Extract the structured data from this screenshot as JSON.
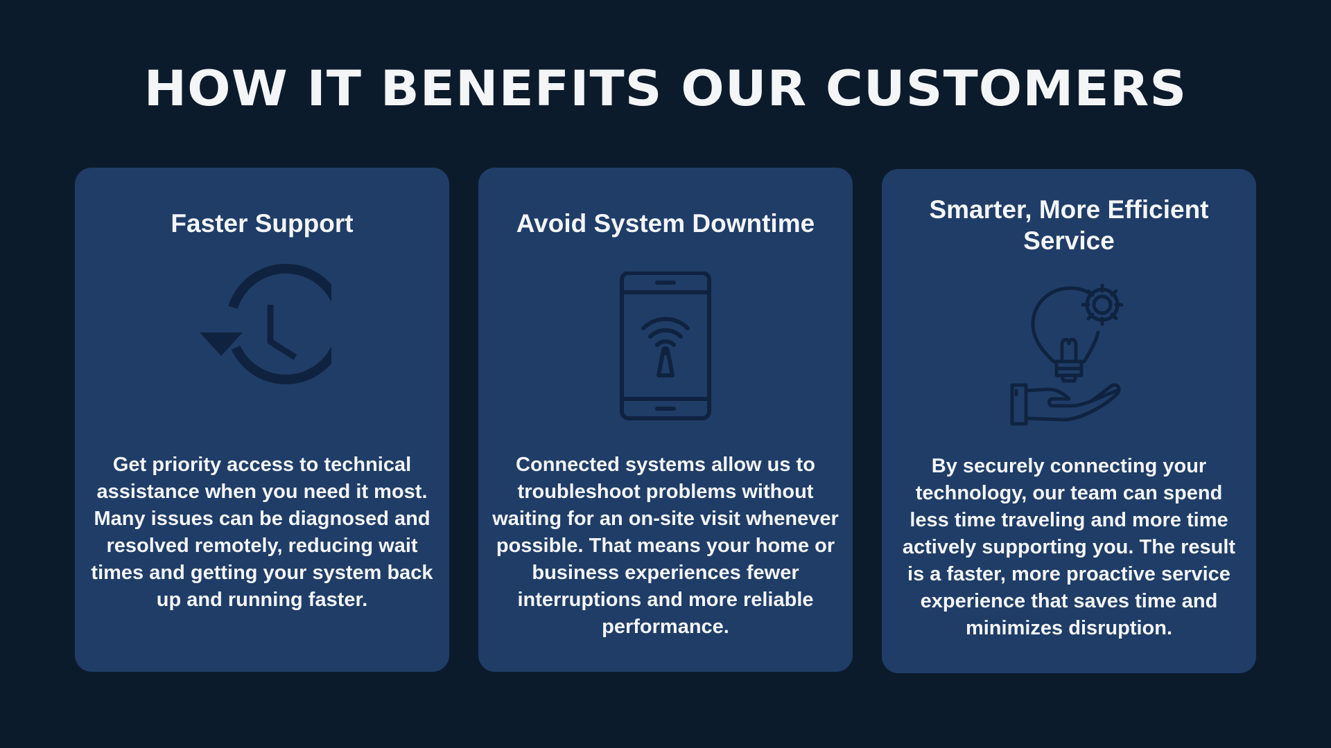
{
  "headline": "HOW IT BENEFITS OUR CUSTOMERS",
  "cards": [
    {
      "title": "Faster Support",
      "icon": "history-clock-icon",
      "body": "Get priority access to technical assistance when you need it most. Many issues can be diagnosed and resolved remotely, reducing wait times and getting your system back up and running faster."
    },
    {
      "title": "Avoid System Downtime",
      "icon": "smartphone-signal-icon",
      "body": "Connected systems allow us to troubleshoot problems without waiting for an on-site visit whenever possible. That means your home or business experiences fewer interruptions and more reliable performance."
    },
    {
      "title": "Smarter, More Efficient Service",
      "icon": "hand-lightbulb-gear-icon",
      "body": "By securely connecting your technology, our team can spend less time traveling and more time actively supporting you. The result is a faster, more proactive service experience that saves time and minimizes disruption."
    }
  ],
  "colors": {
    "background": "#0c1b2c",
    "card": "#1f3d67",
    "text": "#f4f5f7",
    "icon": "#0f2340"
  }
}
